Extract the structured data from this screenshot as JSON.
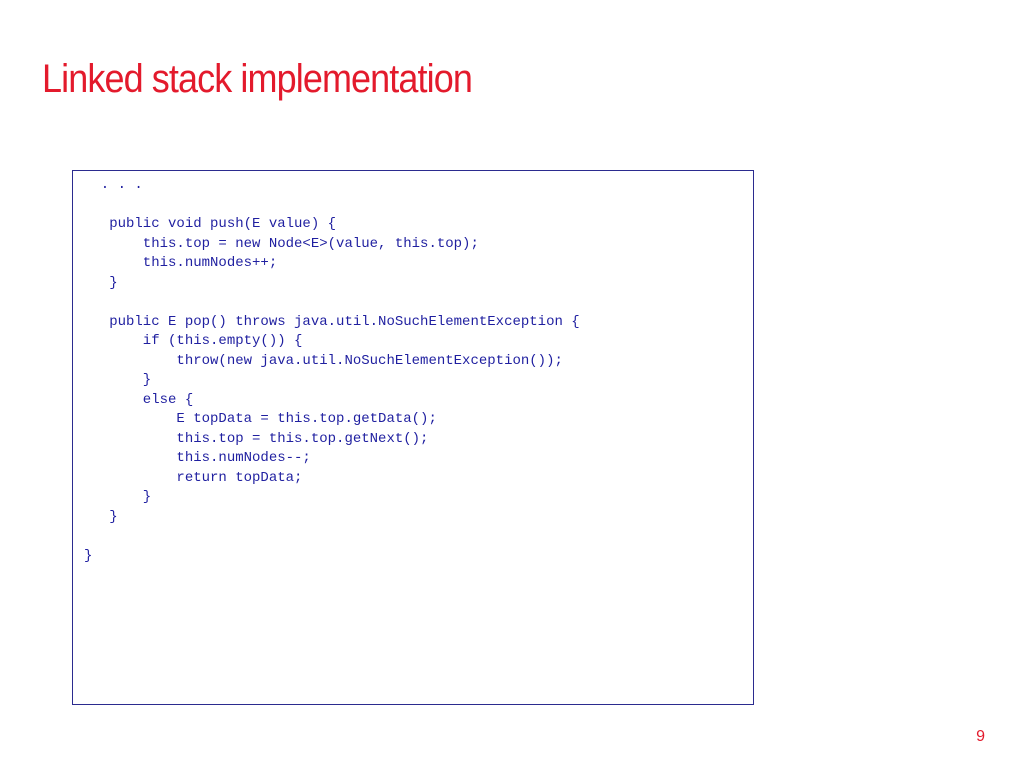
{
  "slide": {
    "title": "Linked stack implementation",
    "page_number": "9"
  },
  "code": {
    "lines": [
      "  . . .",
      "",
      "   public void push(E value) {",
      "       this.top = new Node<E>(value, this.top);",
      "       this.numNodes++;",
      "   }",
      "",
      "   public E pop() throws java.util.NoSuchElementException {",
      "       if (this.empty()) {",
      "           throw(new java.util.NoSuchElementException());",
      "       }",
      "       else {",
      "           E topData = this.top.getData();",
      "           this.top = this.top.getNext();",
      "           this.numNodes--;",
      "           return topData;",
      "       }",
      "   }",
      "",
      "}"
    ]
  }
}
